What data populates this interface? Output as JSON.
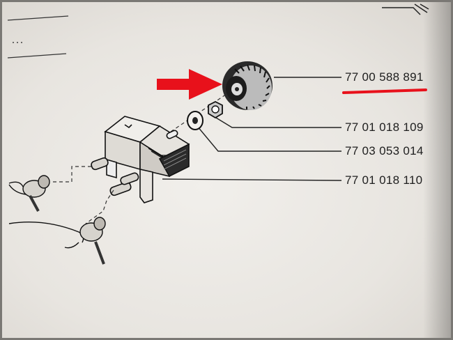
{
  "part_numbers": [
    {
      "id": "knob",
      "label": "77 00 588 891",
      "highlighted": true
    },
    {
      "id": "nut",
      "label": "77 01 018 109",
      "highlighted": false
    },
    {
      "id": "washer",
      "label": "77 03 053 014",
      "highlighted": false
    },
    {
      "id": "housing",
      "label": "77 01 018 110",
      "highlighted": false
    }
  ],
  "colors": {
    "highlight": "#e8111b",
    "ink": "#1e1e1e",
    "paper": "#eeebe6"
  }
}
